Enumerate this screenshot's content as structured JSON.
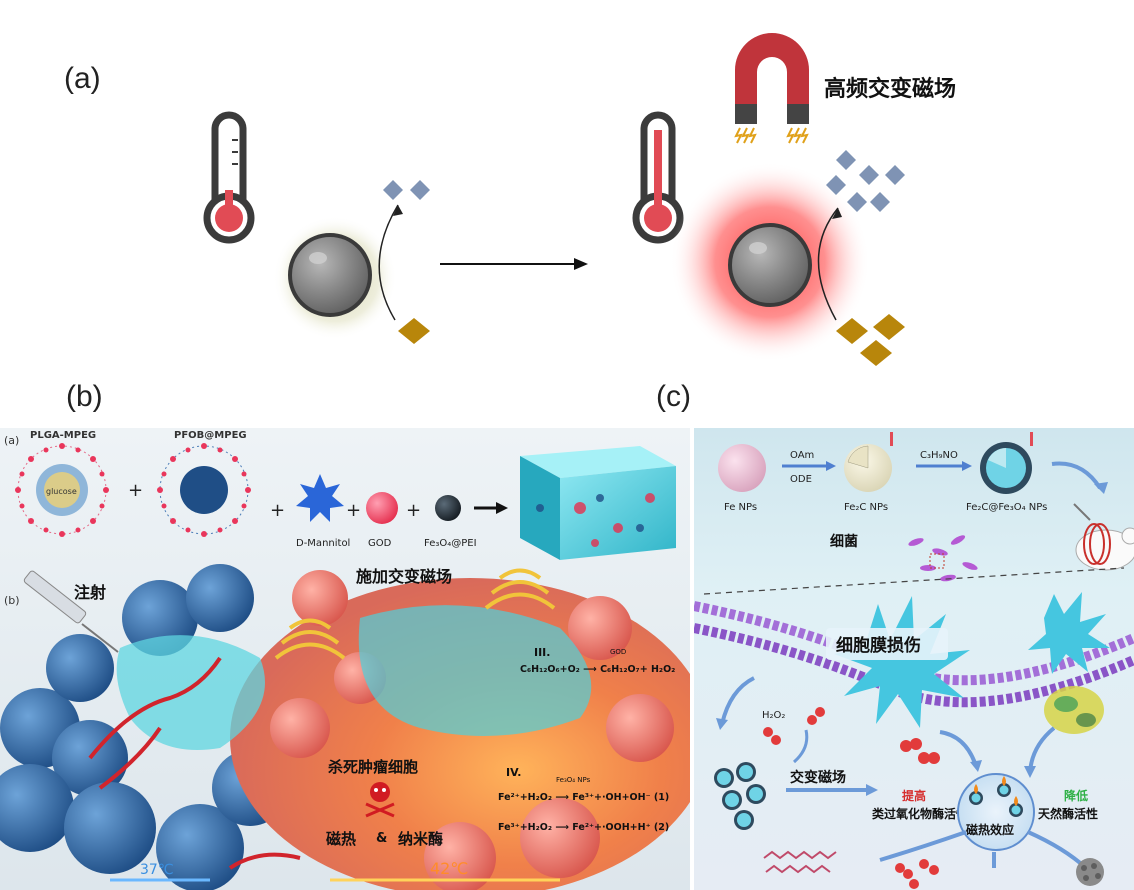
{
  "panels": {
    "a": "(a)",
    "b": "(b)",
    "c": "(c)"
  },
  "panel_a": {
    "magnet_label": "高频交变磁场"
  },
  "panel_b": {
    "sub_a": "(a)",
    "sub_b": "(b)",
    "plga": "PLGA-MPEG",
    "pfob": "PFOB@MPEG",
    "glucose": "glucose",
    "mannitol": "D-Mannitol",
    "god": "GOD",
    "fe3o4": "Fe₃O₄@PEI",
    "inject": "注射",
    "apply_field": "施加交变磁场",
    "step3": "III.",
    "god_small": "GOD",
    "eq_glucose": "C₆H₁₂O₆+O₂ ⟶ C₆H₁₂O₇+ H₂O₂",
    "kill": "杀死肿瘤细胞",
    "step4": "IV.",
    "fe3o4_nps": "Fe₃O₄ NPs",
    "eq1": "Fe²⁺+H₂O₂ ⟶ Fe³⁺+·OH+OH⁻ (1)",
    "eq2": "Fe³⁺+H₂O₂ ⟶ Fe²⁺+·OOH+H⁺ (2)",
    "heat": "磁热",
    "amp": "&",
    "nanozyme": "纳米酶",
    "temp37": "37℃",
    "temp42": "42℃"
  },
  "panel_c": {
    "fe_nps": "Fe NPs",
    "oam": "OAm",
    "ode": "ODE",
    "fe2c": "Fe₂C NPs",
    "c3h9no": "C₃H₉NO",
    "fe2c_fe3o4": "Fe₂C@Fe₃O₄ NPs",
    "bacteria": "细菌",
    "membrane": "细胞膜损伤",
    "h2o2": "H₂O₂",
    "field": "交变磁场",
    "increase": "提高",
    "peroxidase": "类过氧化物酶活性",
    "mhe": "磁热效应",
    "decrease": "降低",
    "natural": "天然酶活性"
  }
}
